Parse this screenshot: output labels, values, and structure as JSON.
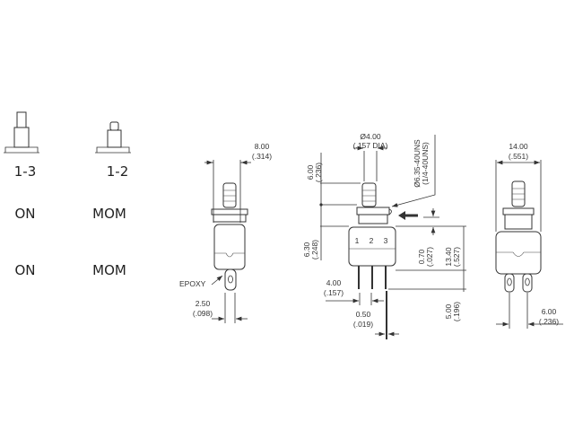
{
  "contacts": {
    "col1": {
      "circuit": "1-3",
      "state1": "ON",
      "state2": "ON"
    },
    "col2": {
      "circuit": "1-2",
      "state1": "MOM",
      "state2": "MOM"
    }
  },
  "side_view": {
    "width_mm": "8.00",
    "width_in": "(.314)",
    "epoxy": "EPOXY",
    "tab_mm": "2.50",
    "tab_in": "(.098)"
  },
  "front_view": {
    "plunger_dia_mm": "Ø4.00",
    "plunger_dia_in": "(.157 DIA)",
    "thread_mm": "Ø6.35-40UNS",
    "thread_in": "(1/4-40UNS)",
    "plunger_h_mm": "6.00",
    "plunger_h_in": "(.236)",
    "bushing_h_mm": "6.30",
    "bushing_h_in": "(.248)",
    "gap_mm": "0.70",
    "gap_in": "(.027)",
    "body_h_mm": "13.40",
    "body_h_in": "(.527)",
    "pin_len_mm": "5.00",
    "pin_len_in": "(.196)",
    "pitch_mm": "4.00",
    "pitch_in": "(.157)",
    "pin_w_mm": "0.50",
    "pin_w_in": "(.019)",
    "terminals": [
      "1",
      "2",
      "3"
    ]
  },
  "end_view": {
    "width_mm": "14.00",
    "width_in": "(.551)",
    "tab_mm": "6.00",
    "tab_in": "(.236)"
  }
}
